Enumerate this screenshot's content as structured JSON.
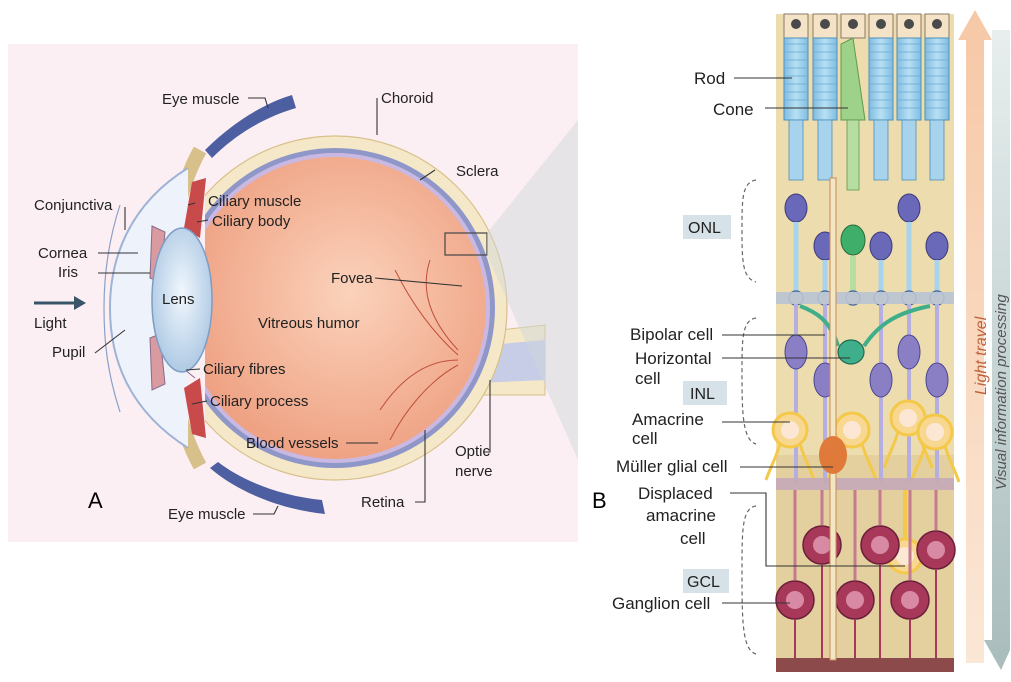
{
  "colors": {
    "panel_a_background": "#fbeff3",
    "sclera": "#f5e8c8",
    "choroid": "#7f86bf",
    "vitreous": "#f3b293",
    "lens": "#c9dcef",
    "muscle": "#4d5fa0",
    "ciliary": "#c94a4a",
    "retina_bg": "#e8d7a6",
    "rod": "#8fc8e8",
    "cone": "#9ed18a",
    "bipolar": "#8a7fc4",
    "horizontal": "#3fae8a",
    "amacrine": "#f4c848",
    "muller": "#e07a3a",
    "ganglion": "#a8385a",
    "light_arrow": "#f4c9a8",
    "processing_arrow": "#aabdbd",
    "layer_tag": "#d6e2e8"
  },
  "panel_a": {
    "panel_label": "A",
    "labels": {
      "eye_muscle_top": "Eye muscle",
      "choroid": "Choroid",
      "sclera": "Sclera",
      "conjunctiva": "Conjunctiva",
      "ciliary_muscle": "Ciliary muscle",
      "ciliary_body": "Ciliary body",
      "cornea": "Cornea",
      "iris": "Iris",
      "lens": "Lens",
      "light": "Light",
      "pupil": "Pupil",
      "vitreous_humor": "Vitreous humor",
      "fovea": "Fovea",
      "ciliary_fibres": "Ciliary fibres",
      "ciliary_process": "Ciliary process",
      "blood_vessels": "Blood vessels",
      "optic": "Optic",
      "nerve": "nerve",
      "retina": "Retina",
      "eye_muscle_bottom": "Eye muscle"
    }
  },
  "panel_b": {
    "panel_label": "B",
    "labels": {
      "rod": "Rod",
      "cone": "Cone",
      "bipolar_cell": "Bipolar cell",
      "horizontal": "Horizontal",
      "horizontal_cell": "cell",
      "amacrine": "Amacrine",
      "amacrine_cell": "cell",
      "muller_glial_cell": "Müller glial cell",
      "displaced": "Displaced",
      "displaced_amacrine": "amacrine",
      "displaced_cell": "cell",
      "ganglion_cell": "Ganglion cell"
    },
    "layers": {
      "onl": "ONL",
      "inl": "INL",
      "gcl": "GCL"
    },
    "arrows": {
      "light_travel": "Light travel",
      "visual_processing": "Visual information processing"
    }
  }
}
